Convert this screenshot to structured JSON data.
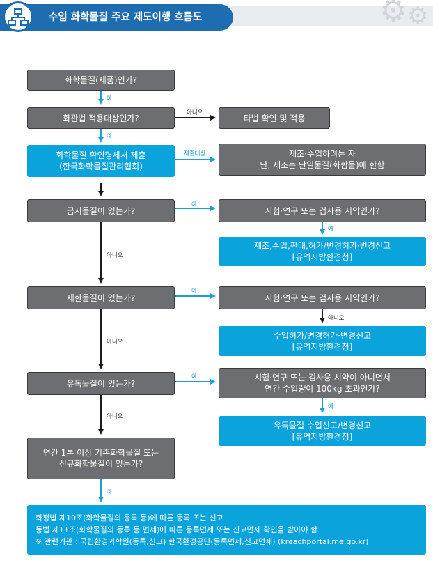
{
  "header": {
    "title": "수입 화학물질 주요 제도이행 흐름도",
    "icon": "org-chart-icon"
  },
  "colors": {
    "accent": "#1e6db1",
    "box_gray": "#6d6e71",
    "box_blue": "#0ba3dc",
    "blue_arrow": "#1f9fd8"
  },
  "nodes": {
    "q_chemical": "화학물질(제품)인가?",
    "q_hwagwan": "화관법 적용대상인가?",
    "other_law": "타법 확인 및 적용",
    "submit_line1": "화학물질 확인명세서 제출",
    "submit_line2": "(한국화학물질관리협회)",
    "scope_line1": "제조·수입하려는 자",
    "scope_line2": "단, 제조는 단일물질(화합물)에 한함",
    "q_banned": "금지물질이 있는가?",
    "q_banned_test": "시험·연구 또는 검사용 시약인가?",
    "banned_result_line1": "제조,수입,판매,허가/변경허가·변경신고",
    "banned_result_line2": "[유역지방환경청]",
    "q_restricted": "제한물질이 있는가?",
    "q_restricted_test": "시험·연구 또는 검사용 시약인가?",
    "restricted_result_line1": "수입허가/변경허가·변경신고",
    "restricted_result_line2": "[유역지방환경청]",
    "q_toxic": "유독물질이 있는가?",
    "q_toxic_test_line1": "시험·연구 또는 검사용 시약이 아니면서",
    "q_toxic_test_line2": "연간 수입량이 100kg 초과인가?",
    "toxic_result_line1": "유독물질 수입신고/변경신고",
    "toxic_result_line2": "[유역지방환경청]",
    "q_new_line1": "연간 1톤 이상 기존화학물질 또는",
    "q_new_line2": "신규화학물질이 있는가?",
    "final_line1": "화평법 제10조(화학물질의 등록 등)에 따른 등록 또는 신고",
    "final_line2": "동법 제11조(화학물질의 등록 등 면제)에 따른 등록면제 또는 신고면제 확인을 받아야 함",
    "final_line3": "※ 관련기관 : 국립환경과학원(등록,신고) 한국환경공단(등록면제,신고면제) (kreachportal.me.go.kr)"
  },
  "labels": {
    "yes": "예",
    "no": "아니오",
    "submit_target": "제출대상"
  }
}
